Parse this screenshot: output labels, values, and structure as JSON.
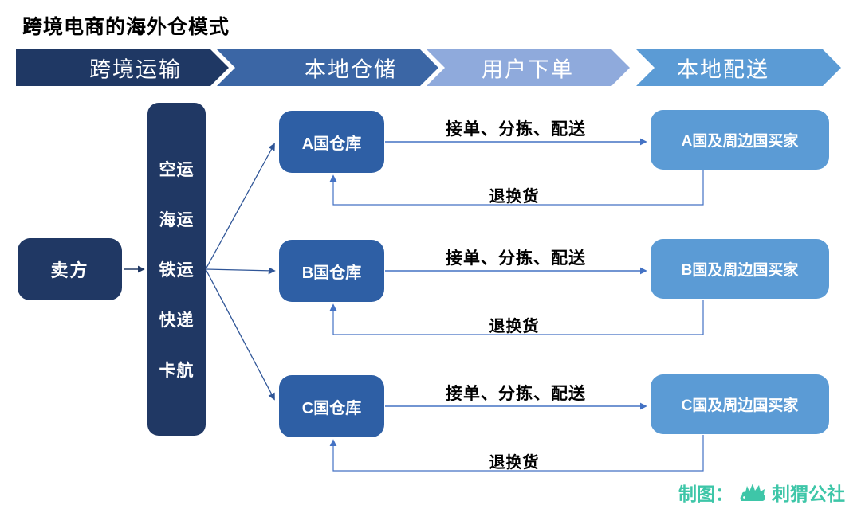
{
  "title": "跨境电商的海外仓模式",
  "banner": {
    "stages": [
      {
        "label": "跨境运输",
        "color": "#1F3864"
      },
      {
        "label": "本地仓储",
        "color": "#3B66A5"
      },
      {
        "label": "用户下单",
        "color": "#8FAADC"
      },
      {
        "label": "本地配送",
        "color": "#5B9BD5"
      }
    ]
  },
  "seller": {
    "label": "卖方"
  },
  "transport_modes": {
    "items": [
      "空运",
      "海运",
      "铁运",
      "快递",
      "卡航"
    ]
  },
  "rows": [
    {
      "warehouse": "A国仓库",
      "buyer": "A国及周边国买家",
      "forward_label": "接单、分拣、配送",
      "return_label": "退换货"
    },
    {
      "warehouse": "B国仓库",
      "buyer": "B国及周边国买家",
      "forward_label": "接单、分拣、配送",
      "return_label": "退换货"
    },
    {
      "warehouse": "C国仓库",
      "buyer": "C国及周边国买家",
      "forward_label": "接单、分拣、配送",
      "return_label": "退换货"
    }
  ],
  "colors": {
    "dark_navy": "#203864",
    "warehouse_blue": "#2E5FA5",
    "buyer_blue": "#5B9BD5",
    "connector_blue": "#4472C4",
    "fan_line_navy": "#2F5597",
    "credit_teal": "#3EC6A8"
  },
  "credit": {
    "prefix": "制图：",
    "name": "刺猬公社"
  }
}
